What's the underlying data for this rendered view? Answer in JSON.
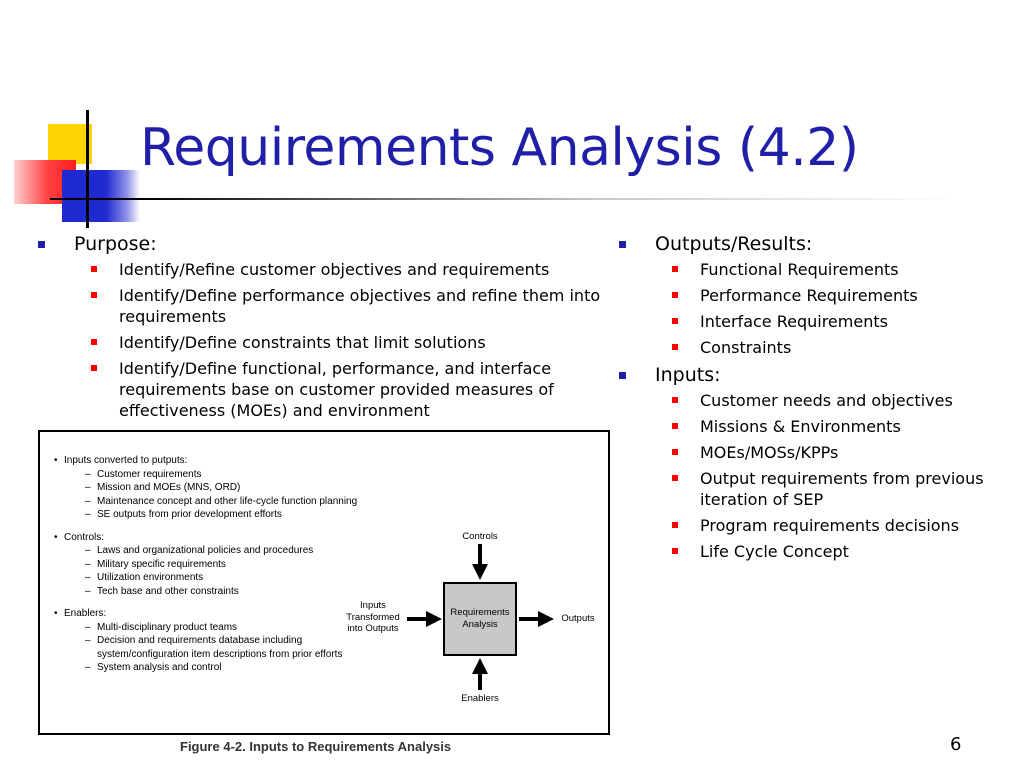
{
  "slide": {
    "title": "Requirements Analysis (4.2)",
    "page_number": "6"
  },
  "left": {
    "heading": "Purpose:",
    "items": [
      "Identify/Refine customer objectives and requirements",
      "Identify/Define performance objectives and refine them into requirements",
      "Identify/Define constraints that limit solutions",
      "Identify/Define functional, performance, and interface requirements base on customer provided measures of effectiveness (MOEs) and environment"
    ]
  },
  "right": {
    "outputs_heading": "Outputs/Results:",
    "outputs": [
      "Functional Requirements",
      "Performance Requirements",
      "Interface Requirements",
      "Constraints"
    ],
    "inputs_heading": "Inputs:",
    "inputs": [
      "Customer needs and objectives",
      "Missions & Environments",
      "MOEs/MOSs/KPPs",
      "Output requirements from previous iteration of SEP",
      "Program requirements decisions",
      "Life Cycle Concept"
    ]
  },
  "figure": {
    "groups": [
      {
        "heading": "Inputs converted to putputs:",
        "items": [
          "Customer requirements",
          "Mission and MOEs (MNS, ORD)",
          "Maintenance concept and other life-cycle function planning",
          "SE outputs from prior development efforts"
        ]
      },
      {
        "heading": "Controls:",
        "items": [
          "Laws and organizational policies and procedures",
          "Military specific requirements",
          "Utilization environments",
          "Tech base and other constraints"
        ]
      },
      {
        "heading": "Enablers:",
        "items": [
          "Multi-disciplinary product teams",
          "Decision and requirements database including system/configuration item descriptions from prior efforts",
          "System analysis and control"
        ]
      }
    ],
    "box_label": "Requirements Analysis",
    "controls_label": "Controls",
    "inputs_label": "Inputs Transformed into Outputs",
    "outputs_label": "Outputs",
    "enablers_label": "Enablers",
    "caption": "Figure 4-2. Inputs to Requirements Analysis"
  }
}
